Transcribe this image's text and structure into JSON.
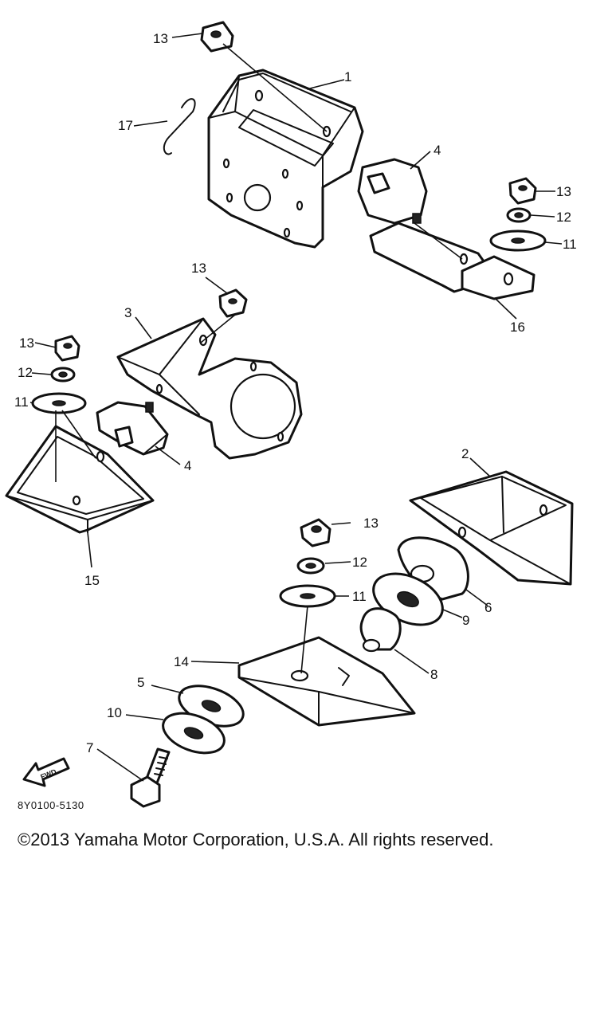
{
  "labels": {
    "l13a": "13",
    "l1": "1",
    "l17": "17",
    "l4a": "4",
    "l13b": "13",
    "l12a": "12",
    "l11a": "11",
    "l16": "16",
    "l13c": "13",
    "l3": "3",
    "l13d": "13",
    "l12b": "12",
    "l11b": "11",
    "l4b": "4",
    "l15": "15",
    "l2": "2",
    "l13e": "13",
    "l12c": "12",
    "l11c": "11",
    "l6": "6",
    "l9": "9",
    "l8": "8",
    "l14": "14",
    "l5": "5",
    "l10": "10",
    "l7": "7"
  },
  "fwd_label": "FWD",
  "drawing_code": "8Y0100-5130",
  "copyright": "©2013 Yamaha Motor Corporation, U.S.A. All rights reserved."
}
